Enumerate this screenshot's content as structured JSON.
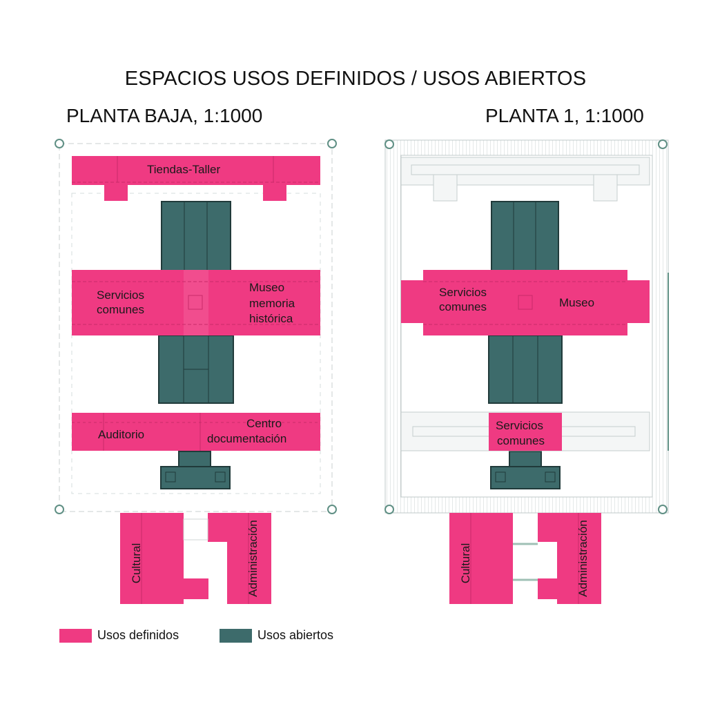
{
  "title": "ESPACIOS USOS DEFINIDOS / USOS ABIERTOS",
  "plans": {
    "left": {
      "title": "PLANTA BAJA, 1:1000",
      "labels": {
        "tiendas": "Tiendas-Taller",
        "servicios_l1": "Servicios",
        "servicios_l2": "comunes",
        "museo_l1": "Museo",
        "museo_l2": "memoria",
        "museo_l3": "histórica",
        "auditorio": "Auditorio",
        "centro_l1": "Centro",
        "centro_l2": "documentación",
        "cultural": "Cultural",
        "administracion": "Administración"
      }
    },
    "right": {
      "title": "PLANTA 1, 1:1000",
      "labels": {
        "servicios_l1": "Servicios",
        "servicios_l2": "comunes",
        "museo": "Museo",
        "servicios2_l1": "Servicios",
        "servicios2_l2": "comunes",
        "cultural": "Cultural",
        "administracion": "Administración"
      }
    }
  },
  "legend": [
    {
      "label": "Usos definidos",
      "color": "#ef3a82"
    },
    {
      "label": "Usos abiertos",
      "color": "#3d6b6b"
    }
  ],
  "colors": {
    "defined": "#ef3a82",
    "defined_line": "#c92a6a",
    "open": "#3d6b6b",
    "open_line": "#203a3a",
    "outline": "#cfd6d6",
    "green_circle": "#5f8f84"
  }
}
